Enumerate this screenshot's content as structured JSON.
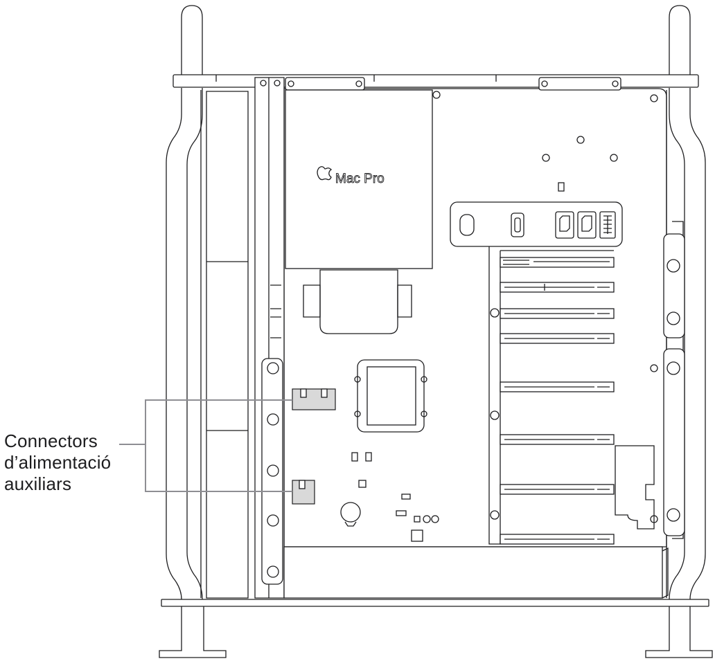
{
  "diagram": {
    "device_logo_text": "Mac Pro",
    "callout": {
      "lines": [
        "Connectors",
        "d’alimentació",
        "auxiliars"
      ]
    },
    "colors": {
      "line": "#1d1d1f",
      "highlight": "#d9d9d9",
      "leader": "#8e8e93"
    }
  }
}
